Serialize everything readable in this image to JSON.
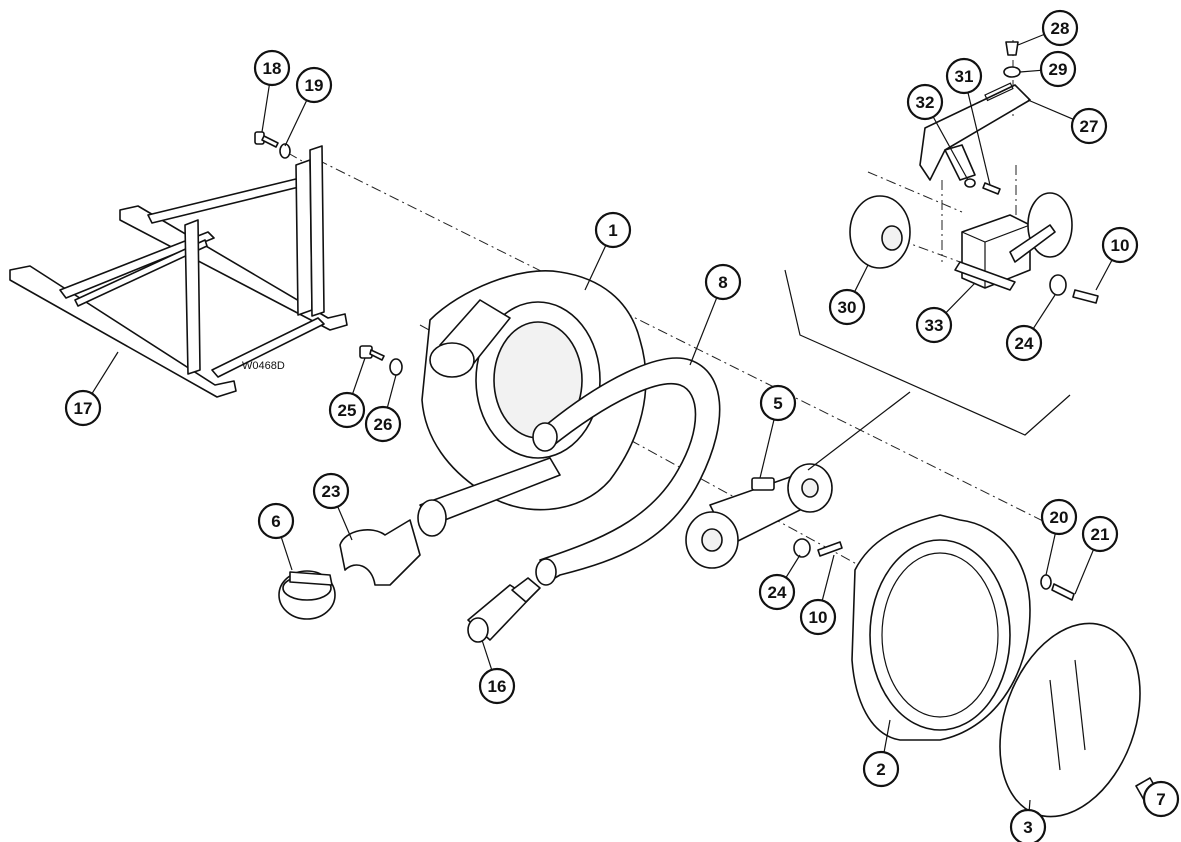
{
  "drawing": {
    "code": "W0468D",
    "callouts": [
      {
        "id": "c18",
        "label": "18"
      },
      {
        "id": "c19",
        "label": "19"
      },
      {
        "id": "c17",
        "label": "17"
      },
      {
        "id": "c1",
        "label": "1"
      },
      {
        "id": "c8",
        "label": "8"
      },
      {
        "id": "c25",
        "label": "25"
      },
      {
        "id": "c26",
        "label": "26"
      },
      {
        "id": "c23",
        "label": "23"
      },
      {
        "id": "c6",
        "label": "6"
      },
      {
        "id": "c16",
        "label": "16"
      },
      {
        "id": "c5",
        "label": "5"
      },
      {
        "id": "c24a",
        "label": "24"
      },
      {
        "id": "c10a",
        "label": "10"
      },
      {
        "id": "c2",
        "label": "2"
      },
      {
        "id": "c3",
        "label": "3"
      },
      {
        "id": "c7",
        "label": "7"
      },
      {
        "id": "c20",
        "label": "20"
      },
      {
        "id": "c21",
        "label": "21"
      },
      {
        "id": "c28",
        "label": "28"
      },
      {
        "id": "c29",
        "label": "29"
      },
      {
        "id": "c27",
        "label": "27"
      },
      {
        "id": "c31",
        "label": "31"
      },
      {
        "id": "c32",
        "label": "32"
      },
      {
        "id": "c30",
        "label": "30"
      },
      {
        "id": "c33",
        "label": "33"
      },
      {
        "id": "c24b",
        "label": "24"
      },
      {
        "id": "c10b",
        "label": "10"
      }
    ]
  }
}
